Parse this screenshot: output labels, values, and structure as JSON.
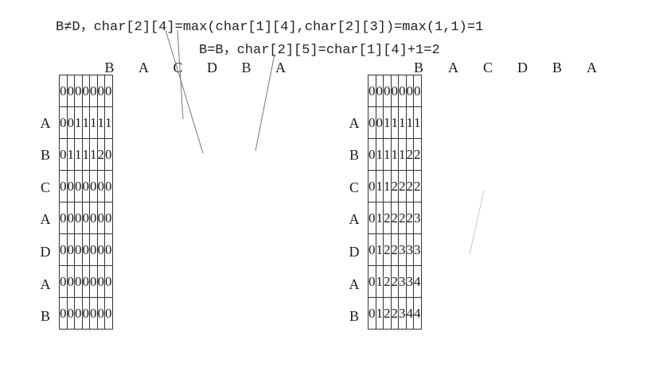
{
  "annotations": {
    "line1": "B≠D，char[2][4]=max(char[1][4],char[2][3])=max(1,1)=1",
    "line2": "B=B，char[2][5]=char[1][4]+1=2"
  },
  "left_table": {
    "col_headers": [
      "",
      "B",
      "A",
      "C",
      "D",
      "B",
      "A"
    ],
    "row_headers": [
      "",
      "A",
      "B",
      "C",
      "A",
      "D",
      "A",
      "B"
    ],
    "cells": [
      [
        "0",
        "0",
        "0",
        "0",
        "0",
        "0",
        "0"
      ],
      [
        "0",
        "0",
        "1",
        "1",
        "1",
        "1",
        "1"
      ],
      [
        "0",
        "1",
        "1",
        "1",
        "1",
        "2",
        "0"
      ],
      [
        "0",
        "0",
        "0",
        "0",
        "0",
        "0",
        "0"
      ],
      [
        "0",
        "0",
        "0",
        "0",
        "0",
        "0",
        "0"
      ],
      [
        "0",
        "0",
        "0",
        "0",
        "0",
        "0",
        "0"
      ],
      [
        "0",
        "0",
        "0",
        "0",
        "0",
        "0",
        "0"
      ],
      [
        "0",
        "0",
        "0",
        "0",
        "0",
        "0",
        "0"
      ]
    ]
  },
  "right_table": {
    "col_headers": [
      "",
      "B",
      "A",
      "C",
      "D",
      "B",
      "A"
    ],
    "row_headers": [
      "",
      "A",
      "B",
      "C",
      "A",
      "D",
      "A",
      "B"
    ],
    "cells": [
      [
        "0",
        "0",
        "0",
        "0",
        "0",
        "0",
        "0"
      ],
      [
        "0",
        "0",
        "1",
        "1",
        "1",
        "1",
        "1"
      ],
      [
        "0",
        "1",
        "1",
        "1",
        "1",
        "2",
        "2"
      ],
      [
        "0",
        "1",
        "1",
        "2",
        "2",
        "2",
        "2"
      ],
      [
        "0",
        "1",
        "2",
        "2",
        "2",
        "2",
        "3"
      ],
      [
        "0",
        "1",
        "2",
        "2",
        "3",
        "3",
        "3"
      ],
      [
        "0",
        "1",
        "2",
        "2",
        "3",
        "3",
        "4"
      ],
      [
        "0",
        "1",
        "2",
        "2",
        "3",
        "4",
        "4"
      ]
    ]
  }
}
